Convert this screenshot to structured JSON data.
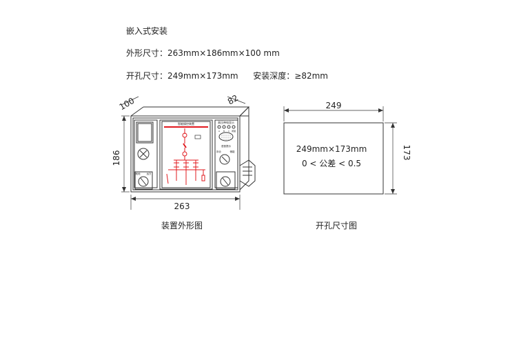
{
  "specs": {
    "install_type": "嵌入式安装",
    "outer_size": "外形尺寸：263mm×186mm×100 mm",
    "cutout_size": "开孔尺寸：249mm×173mm",
    "mount_depth": "安装深度：≥82mm"
  },
  "device_drawing": {
    "dim_depth": "100",
    "dim_side": "82",
    "dim_height": "186",
    "dim_width": "263",
    "panel_title": "智能操控装置",
    "indicator_title": "高压带电显示",
    "indicator_labels": [
      "A",
      "B",
      "C",
      "闭锁"
    ],
    "speaker_label": "语音提示",
    "switch_labels": [
      "手动",
      "储能"
    ],
    "knob_labels": [
      "就地",
      "远方"
    ],
    "caption": "装置外形图"
  },
  "cutout_drawing": {
    "dim_width": "249",
    "dim_height": "173",
    "size_text": "249mm×173mm",
    "tolerance_text": "0 < 公差 < 0.5",
    "caption": "开孔尺寸图"
  },
  "colors": {
    "line": "#333333",
    "accent_red": "#e0191e"
  }
}
